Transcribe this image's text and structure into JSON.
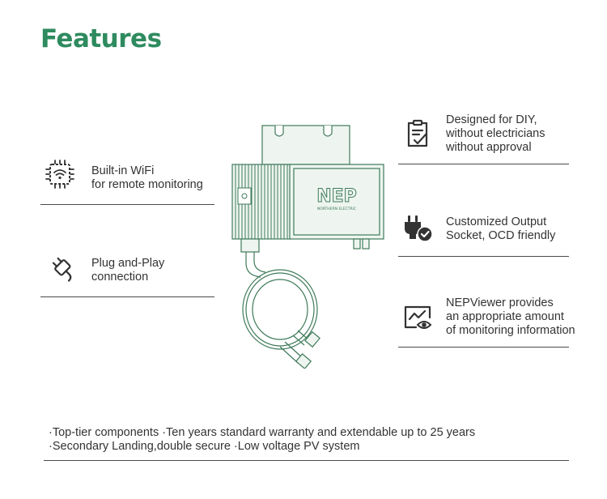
{
  "title": "Features",
  "features": [
    {
      "icon": "wifi-chip-icon",
      "lines": [
        "Built-in WiFi",
        "for remote monitoring"
      ]
    },
    {
      "icon": "plug-icon",
      "lines": [
        "Plug and-Play",
        "connection"
      ]
    },
    {
      "icon": "checklist-icon",
      "lines": [
        "Designed for DIY,",
        "without electricians",
        "without approval"
      ]
    },
    {
      "icon": "socket-plug-check-icon",
      "lines": [
        "Customized Output",
        "Socket, OCD friendly"
      ]
    },
    {
      "icon": "monitor-eye-icon",
      "lines": [
        "NEPViewer provides",
        "an appropriate amount",
        "of monitoring information"
      ]
    }
  ],
  "product": {
    "brand_logo": "NEP",
    "brand_subtitle": "NORTHERN ELECTRIC"
  },
  "bottom_lines": [
    "·Top-tier components ·Ten years standard warranty and extendable up to 25 years",
    "·Secondary Landing,double secure ·Low voltage PV system"
  ],
  "colors": {
    "title": "#2e8b5f",
    "product_line": "#3f7a5a",
    "product_fill": "#e9f2ec"
  }
}
